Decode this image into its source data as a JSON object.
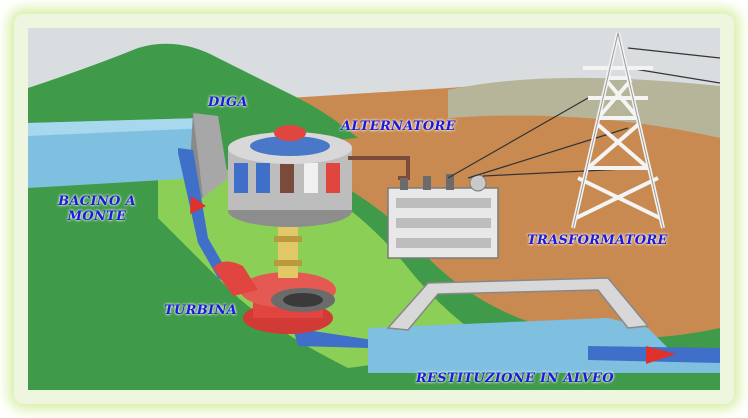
{
  "labels": {
    "diga": "DIGA",
    "alternatore": "ALTERNATORE",
    "bacino_line1": "BACINO A",
    "bacino_line2": "MONTE",
    "trasformatore": "TRASFORMATORE",
    "turbina": "TURBINA",
    "restituzione": "RESTITUZIONE IN ALVEO"
  },
  "colors": {
    "label_text": "#1a1ad8",
    "sky": "#d9dde0",
    "mountain_green": "#3f9a4a",
    "land_green": "#8ccf57",
    "earth_brown": "#c98a52",
    "water": "#7fc0e0",
    "pipe_blue": "#3f6fc8",
    "flow_arrow_red": "#e0312b",
    "turbine_red": "#e04540",
    "frame_glow": "#d8f0a8"
  }
}
